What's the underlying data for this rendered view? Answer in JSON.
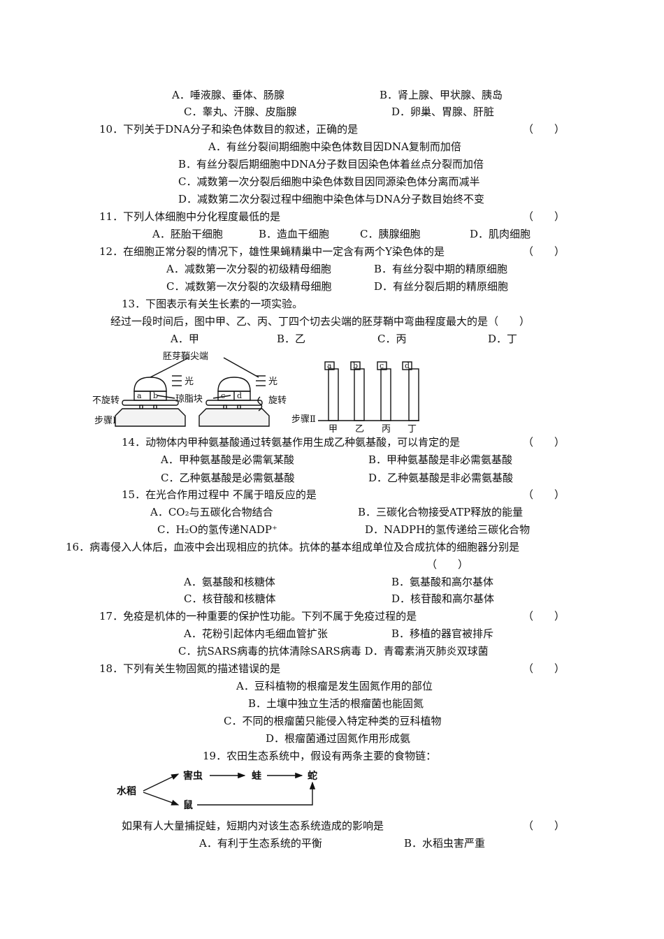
{
  "q9": {
    "a": "A．唾液腺、垂体、肠腺",
    "b": "B．肾上腺、甲状腺、胰岛",
    "c": "C．睾丸、汗腺、皮脂腺",
    "d": "D．卵巢、胃腺、肝脏"
  },
  "q10": {
    "stem": "10．下列关于DNA分子和染色体数目的叙述，正确的是",
    "paren": "（　　）",
    "a": "A．有丝分裂间期细胞中染色体数目因DNA复制而加倍",
    "b": "B．有丝分裂后期细胞中DNA分子数目因染色体着丝点分裂而加倍",
    "c": "C．减数第一次分裂后细胞中染色体数目因同源染色体分离而减半",
    "d": "D．减数第二次分裂过程中细胞中染色体与DNA分子数目始终不变"
  },
  "q11": {
    "stem": "11．下列人体细胞中分化程度最低的是",
    "paren": "（　　）",
    "a": "A．胚胎干细胞",
    "b": "B．造血干细胞",
    "c": "C．胰腺细胞",
    "d": "D．肌肉细胞"
  },
  "q12": {
    "stem": "12．在细胞正常分裂的情况下，雄性果蝇精巢中一定含有两个Y染色体的是",
    "paren": "（　　）",
    "a": "A．减数第一次分裂的初级精母细胞",
    "b": "B．有丝分裂中期的精原细胞",
    "c": "C．减数第一次分裂的次级精母细胞",
    "d": "D．有丝分裂后期的精原细胞"
  },
  "q13": {
    "stem": "13．下图表示有关生长素的一项实验。",
    "stem2": "经过一段时间后，图中甲、乙、丙、丁四个切去尖端的胚芽鞘中弯曲程度最大的是（　　）",
    "a": "A．甲",
    "b": "B．乙",
    "c": "C．丙",
    "d": "D．丁",
    "figure": {
      "tip": "胚芽鞘尖端",
      "light": "光",
      "agar": "琼脂块",
      "no_rotate": "不旋转",
      "rotate": "旋转",
      "step1": "步骤Ⅰ",
      "step2": "步骤Ⅱ",
      "blocks": [
        "a",
        "b",
        "c",
        "d"
      ],
      "tubes": [
        "甲",
        "乙",
        "丙",
        "丁"
      ]
    }
  },
  "q14": {
    "stem": "14．动物体内甲种氨基酸通过转氨基作用生成乙种氨基酸，可以肯定的是",
    "paren": "（　　）",
    "a": "A．甲种氨基酸是必需氧某酸",
    "b": "B．甲种氨基酸是非必需氨基酸",
    "c": "C．乙种氨基酸是必需氨基酸",
    "d": "D．乙种氨基酸是非必需氨基酸"
  },
  "q15": {
    "stem": "15．在光合作用过程中 不属于暗反应的是",
    "paren": "（　　）",
    "a": "A．CO₂与五碳化合物结合",
    "b": "B．三碳化合物接受ATP释放的能量",
    "c": "C．H₂O的氢传递NADP⁺",
    "d": "D．NADPH的氢传递给三碳化合物"
  },
  "q16": {
    "stem": "16．病毒侵入人体后，血液中会出现相应的抗体。抗体的基本组成单位及合成抗体的细胞器分别是",
    "paren": "（　　）",
    "a": "A．氨基酸和核糖体",
    "b": "B．氨基酸和高尔基体",
    "c": "C．核苷酸和核糖体",
    "d": "D．核苷酸和高尔基体"
  },
  "q17": {
    "stem": "17．免疫是机体的一种重要的保护性功能。下列不属于免疫过程的是",
    "paren": "（　　）",
    "a": "A．花粉引起体内毛细血管扩张",
    "b": "B．移植的器官被排斥",
    "cd": "C．抗SARS病毒的抗体清除SARS病毒 D．青霉素消灭肺炎双球菌"
  },
  "q18": {
    "stem": "18．下列有关生物固氮的描述错误的是",
    "paren": "（　　）",
    "a": "A．豆科植物的根瘤是发生固氮作用的部位",
    "b": "B．土壤中独立生活的根瘤菌也能固氮",
    "c": "C．不同的根瘤菌只能侵入特定种类的豆科植物",
    "d": "D．根瘤菌通过固氮作用形成氨"
  },
  "q19": {
    "stem": "19．农田生态系统中，假设有两条主要的食物链：",
    "chain": {
      "rice": "水稻",
      "pest": "害虫",
      "frog": "蛙",
      "snake": "蛇",
      "mouse": "鼠"
    },
    "stem2": "如果有人大量捕捉蛙，短期内对该生态系统造成的影响是",
    "paren": "（　　）",
    "a": "A．有利于生态系统的平衡",
    "b": "B．水稻虫害严重"
  }
}
